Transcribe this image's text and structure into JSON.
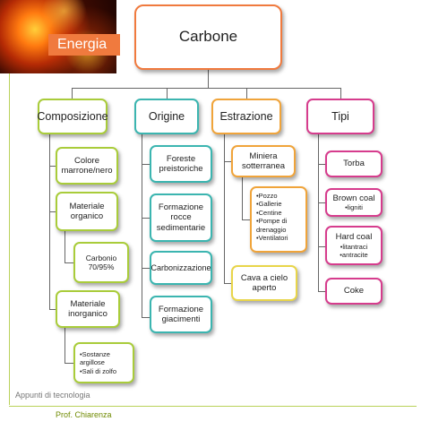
{
  "header": {
    "banner_label": "Energia"
  },
  "root": {
    "label": "Carbone"
  },
  "composizione": {
    "label": "Composizione",
    "colore": "Colore marrone/nero",
    "materiale_organico": "Materiale organico",
    "carbonio": "Carbonio 70/95%",
    "materiale_inorganico": "Materiale inorganico",
    "inorganico_items": [
      "Sostanze argillose",
      "Sali di zolfo"
    ]
  },
  "origine": {
    "label": "Origine",
    "foreste": "Foreste preistoriche",
    "formazione_rocce": "Formazione rocce sedimentarie",
    "carbonizzazione": "Carbonizzazione",
    "formazione_giacimenti": "Formazione giacimenti"
  },
  "estrazione": {
    "label": "Estrazione",
    "miniera": "Miniera sotterranea",
    "miniera_items": [
      "Pozzo",
      "Gallerie",
      "Centine",
      "Pompe di drenaggio",
      "Ventilatori"
    ],
    "cava": "Cava a cielo aperto"
  },
  "tipi": {
    "label": "Tipi",
    "torba": "Torba",
    "brown_coal": "Brown coal",
    "brown_coal_sub": "•ligniti",
    "hard_coal": "Hard coal",
    "hard_coal_sub1": "•litantraci",
    "hard_coal_sub2": "•antracite",
    "coke": "Coke"
  },
  "footer": {
    "subject": "Appunti di tecnologia",
    "author": "Prof. Chiarenza"
  },
  "colors": {
    "root": "#f07a3e",
    "composizione": "#a9cc3a",
    "origine": "#3bb5b0",
    "estrazione": "#f0a43a",
    "tipi": "#d63c8d",
    "cava": "#e8d54a"
  }
}
